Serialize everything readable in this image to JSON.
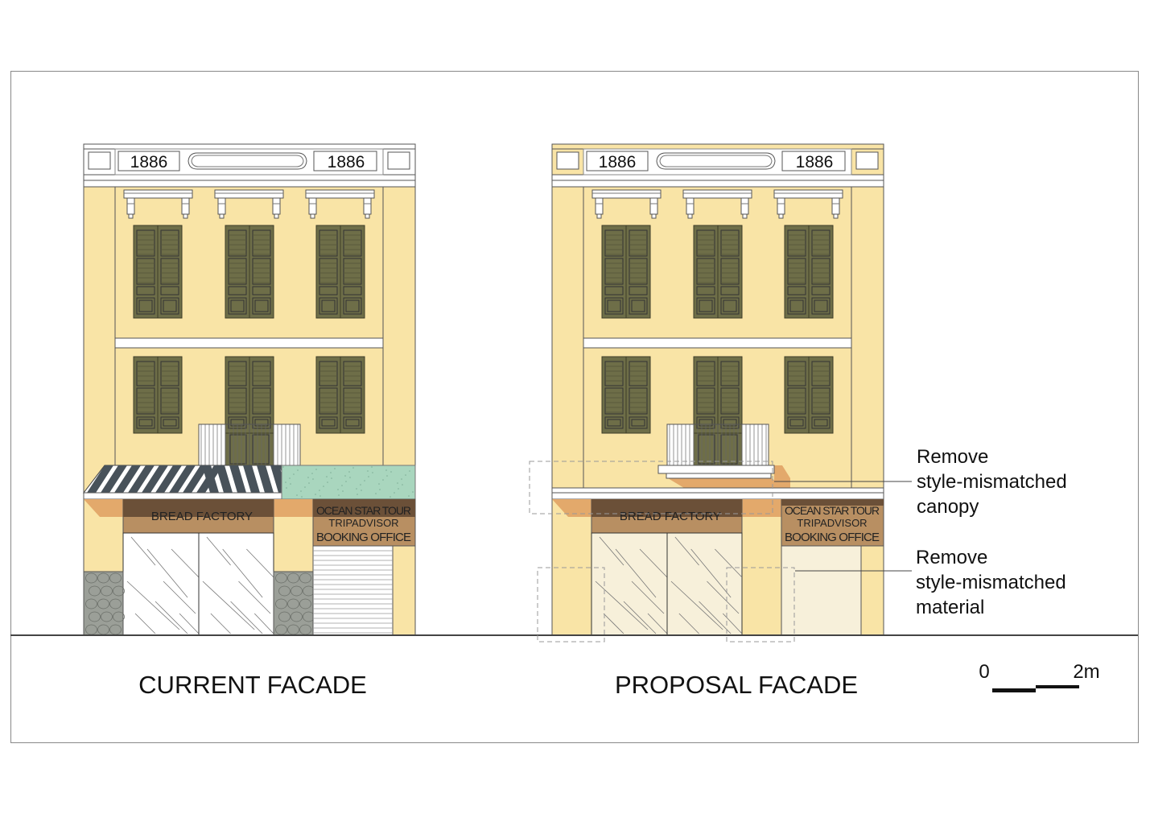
{
  "drawings": [
    {
      "id": "current",
      "title": "CURRENT FACADE",
      "year_left": "1886",
      "year_right": "1886",
      "shop_sign": "BREAD FACTORY",
      "office_sign": [
        "OCEAN STAR TOUR",
        "TRIPADVISOR",
        "BOOKING OFFICE"
      ]
    },
    {
      "id": "proposal",
      "title": "PROPOSAL FACADE",
      "year_left": "1886",
      "year_right": "1886",
      "shop_sign": "BREAD FACTORY",
      "office_sign": [
        "OCEAN STAR TOUR",
        "TRIPADVISOR",
        "BOOKING OFFICE"
      ]
    }
  ],
  "annotations": [
    {
      "lines": [
        "Remove",
        "style-mismatched",
        "canopy"
      ]
    },
    {
      "lines": [
        "Remove",
        "style-mismatched",
        "material"
      ]
    }
  ],
  "scale_bar": {
    "start": "0",
    "end": "2m"
  },
  "colors": {
    "wall": "#F9E4A6",
    "shutter": "#6E6E48",
    "sign_dark": "#6B5038",
    "sign_light": "#B88F62",
    "shadow": "#E3A96B",
    "stone": "#9B9F98",
    "green_panel": "#A9D6BE",
    "awning_dark": "#48525A",
    "glass_proposal": "#F7F0DA"
  }
}
